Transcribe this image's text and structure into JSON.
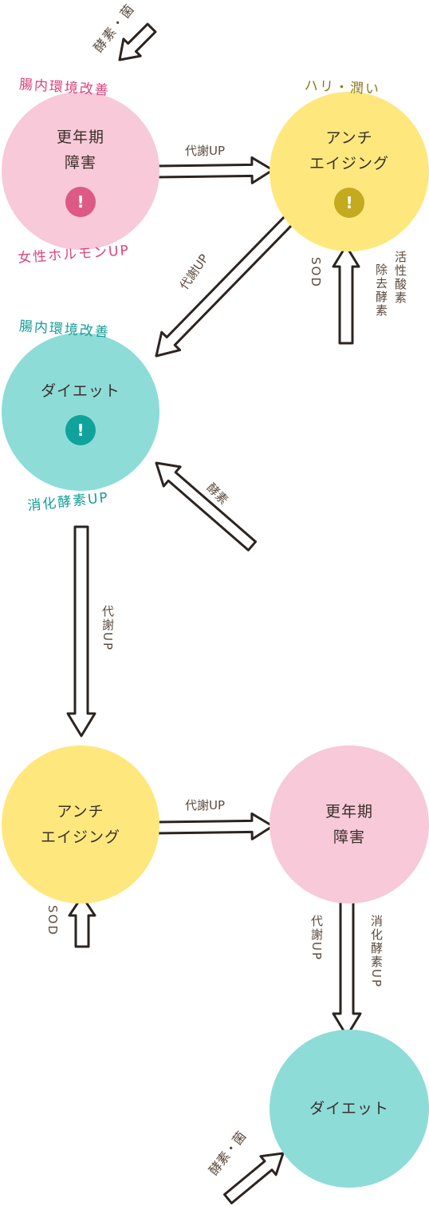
{
  "nodes": {
    "menopause_top": {
      "label": "更年期\n障害",
      "badge": "!"
    },
    "antiaging_top": {
      "label": "アンチ\nエイジング",
      "badge": "!"
    },
    "diet_mid": {
      "label": "ダイエット",
      "badge": "!"
    },
    "antiaging_bottom": {
      "label": "アンチ\nエイジング"
    },
    "menopause_bottom": {
      "label": "更年期\n障害"
    },
    "diet_bottom": {
      "label": "ダイエット"
    }
  },
  "annotations": {
    "enzyme_bacteria_top": "酵素・菌",
    "gut_top": "腸内環境改善",
    "female_hormone": "女性ホルモンUP",
    "hari_uruoi": "ハリ・潤い",
    "gut_mid": "腸内環境改善",
    "digestive_enzyme": "消化酵素UP"
  },
  "arrow_labels": {
    "top_h": "代謝UP",
    "diag_down": "代謝UP",
    "sod_top": "SOD",
    "active_oxygen_1": "活性酸素",
    "active_oxygen_2": "除去酵素",
    "enzyme_diag": "酵素",
    "vertical_mid": "代謝UP",
    "bottom_h": "代謝UP",
    "sod_bottom": "SOD",
    "bottom_v_left": "代謝UP",
    "bottom_v_right": "消化酵素UP",
    "enzyme_bacteria_bottom": "酵素・菌"
  },
  "colors": {
    "pink": "#f7c9d9",
    "yellow": "#fee87e",
    "teal": "#8ddcd8",
    "pink_badge": "#dd5a86",
    "yellow_badge": "#c4aa1f",
    "teal_badge": "#0fa39c",
    "pink_text": "#d9447d",
    "teal_text": "#139e9a",
    "olive_text": "#8a7a1e"
  }
}
